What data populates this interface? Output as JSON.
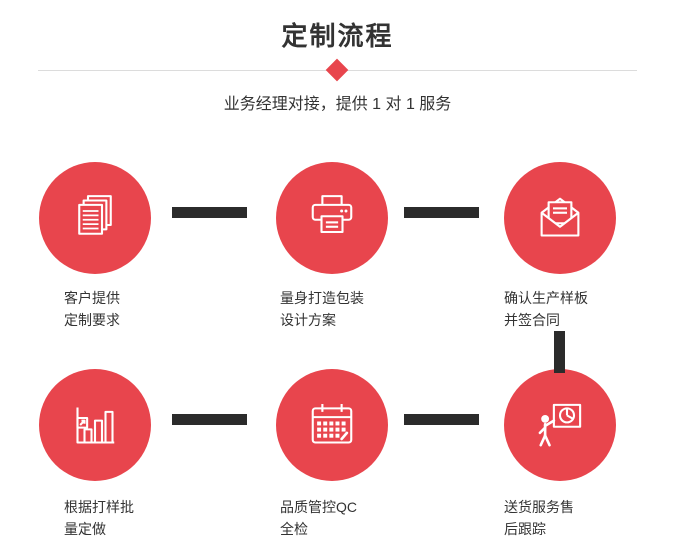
{
  "header": {
    "title": "定制流程",
    "subtitle": "业务经理对接，提供 1 对 1 服务"
  },
  "steps": [
    {
      "id": "customer-requirements",
      "icon": "documents-icon",
      "lines": [
        "客户提供",
        "定制要求"
      ]
    },
    {
      "id": "packaging-design",
      "icon": "printer-icon",
      "lines": [
        "量身打造包装",
        "设计方案"
      ]
    },
    {
      "id": "confirm-sample-contract",
      "icon": "envelope-icon",
      "lines": [
        "确认生产样板",
        "并签合同"
      ]
    },
    {
      "id": "batch-production",
      "icon": "bar-chart-icon",
      "lines": [
        "根据打样批",
        "量定做"
      ]
    },
    {
      "id": "quality-control",
      "icon": "calendar-icon",
      "lines": [
        "品质管控QC",
        "全检"
      ]
    },
    {
      "id": "delivery-tracking",
      "icon": "presentation-icon",
      "lines": [
        "送货服务售",
        "后跟踪"
      ]
    }
  ],
  "colors": {
    "accent_red": "#e8454d",
    "connector": "#2b2b2b",
    "divider": "#dcdcdc",
    "text": "#333333"
  }
}
